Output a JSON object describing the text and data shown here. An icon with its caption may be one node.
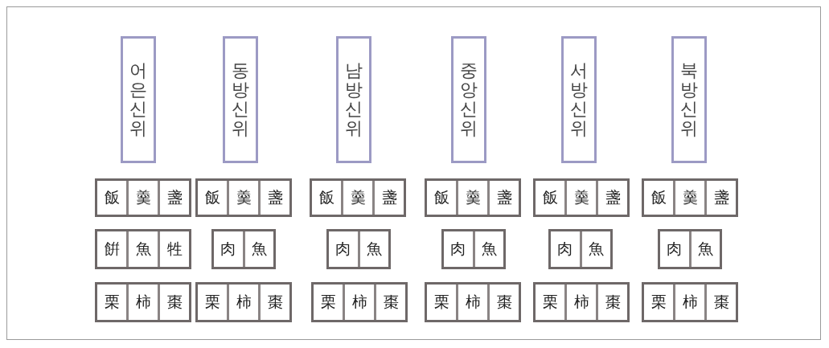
{
  "diagram": {
    "nodes": [
      {
        "text": [
          "어은신위"
        ]
      },
      {
        "text": [
          "동방신위"
        ]
      },
      {
        "text": [
          "남방신위"
        ]
      },
      {
        "text": [
          "중앙신위"
        ]
      },
      {
        "text": [
          "서방신위"
        ]
      },
      {
        "text": [
          "북방신위"
        ]
      },
      {
        "text": [
          "飯",
          "羹",
          "盞"
        ]
      },
      {
        "text": [
          "飯",
          "羹",
          "盞"
        ]
      },
      {
        "text": [
          "飯",
          "羹",
          "盞"
        ]
      },
      {
        "text": [
          "飯",
          "羹",
          "盞"
        ]
      },
      {
        "text": [
          "飯",
          "羹",
          "盞"
        ]
      },
      {
        "text": [
          "飯",
          "羹",
          "盞"
        ]
      },
      {
        "text": [
          "餠",
          "魚",
          "牲"
        ]
      },
      {
        "text": [
          "肉",
          "魚"
        ]
      },
      {
        "text": [
          "肉",
          "魚"
        ]
      },
      {
        "text": [
          "肉",
          "魚"
        ]
      },
      {
        "text": [
          "肉",
          "魚"
        ]
      },
      {
        "text": [
          "肉",
          "魚"
        ]
      },
      {
        "text": [
          "栗",
          "柿",
          "棗"
        ]
      },
      {
        "text": [
          "栗",
          "柿",
          "棗"
        ]
      },
      {
        "text": [
          "栗",
          "柿",
          "棗"
        ]
      },
      {
        "text": [
          "栗",
          "柿",
          "棗"
        ]
      },
      {
        "text": [
          "栗",
          "柿",
          "棗"
        ]
      },
      {
        "text": [
          "栗",
          "柿",
          "棗"
        ]
      }
    ]
  }
}
